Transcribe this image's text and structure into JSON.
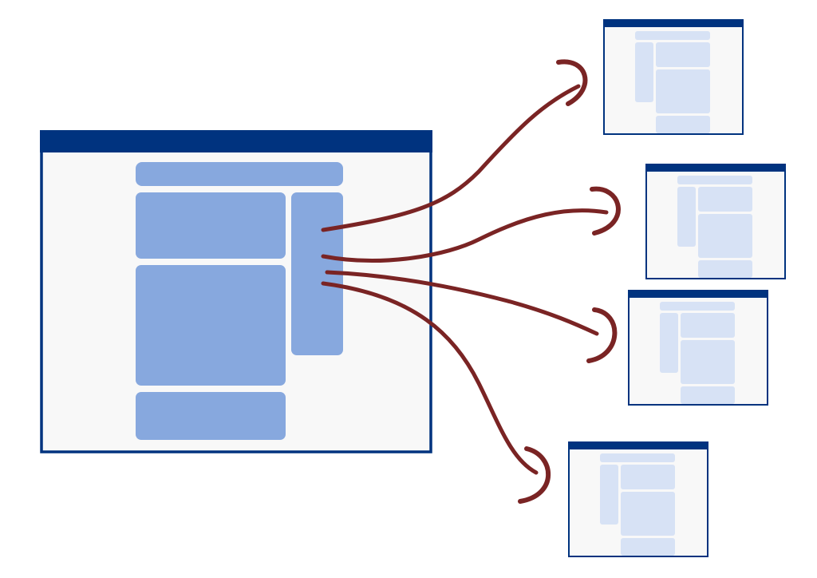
{
  "colors": {
    "background": "#ffffff",
    "frame": "#00337f",
    "window_body": "#f8f8f8",
    "main_block": "#87a8de",
    "small_block": "#d7e2f5",
    "connector": "#7a2424"
  },
  "diagram": {
    "description_hidden": "",
    "main_window": {
      "blocks": [
        "header",
        "content-top",
        "content-main",
        "content-bottom",
        "sidebar"
      ]
    },
    "small_windows": [
      {
        "name": "window-copy-1"
      },
      {
        "name": "window-copy-2"
      },
      {
        "name": "window-copy-3"
      },
      {
        "name": "window-copy-4"
      }
    ],
    "connector_count": 4
  }
}
